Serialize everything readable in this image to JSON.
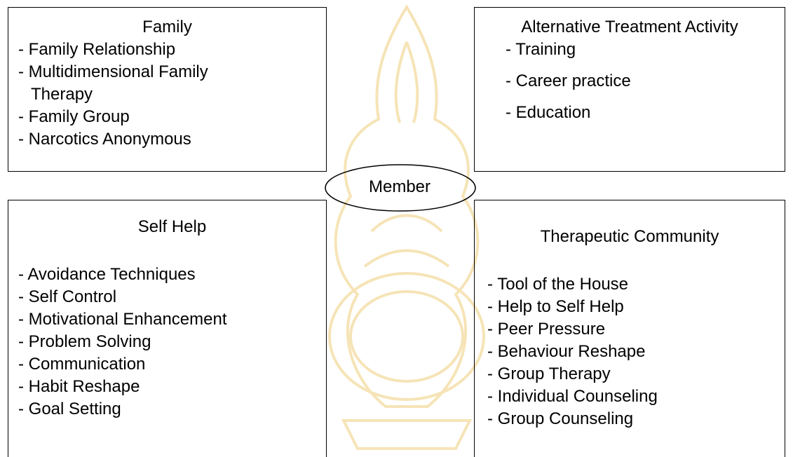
{
  "diagram": {
    "center": {
      "label": "Member"
    },
    "family": {
      "title": "Family",
      "items": [
        "- Family Relationship",
        "- Multidimensional Family Therapy",
        "- Family Group",
        "- Narcotics Anonymous"
      ]
    },
    "alternative": {
      "title": "Alternative Treatment Activity",
      "items": [
        "- Training",
        "- Career practice",
        "- Education"
      ]
    },
    "self_help": {
      "title": "Self Help",
      "items": [
        "- Avoidance Techniques",
        "- Self Control",
        "- Motivational Enhancement",
        "- Problem Solving",
        "- Communication",
        "- Habit Reshape",
        "- Goal Setting"
      ]
    },
    "therapeutic_community": {
      "title": "Therapeutic Community",
      "items": [
        "- Tool of the House",
        "- Help to Self Help",
        "- Peer Pressure",
        "- Behaviour Reshape",
        "- Group Therapy",
        "- Individual Counseling",
        "- Group Counseling"
      ]
    }
  },
  "colors": {
    "line": "#000000",
    "watermark": "#f3dca0"
  }
}
